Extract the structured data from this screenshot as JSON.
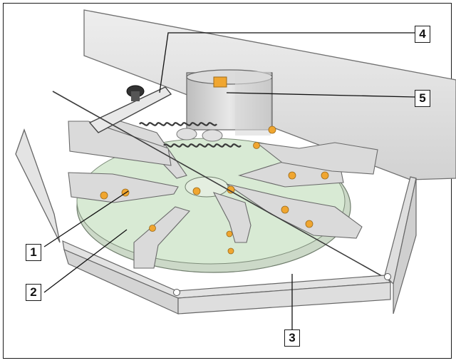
{
  "figure": {
    "callouts": [
      {
        "id": "1",
        "label": "1"
      },
      {
        "id": "2",
        "label": "2"
      },
      {
        "id": "3",
        "label": "3"
      },
      {
        "id": "4",
        "label": "4"
      },
      {
        "id": "5",
        "label": "5"
      }
    ],
    "colors": {
      "disc_fill": "#d8ead4",
      "blade_fill": "#dcdcdc",
      "housing_fill": "#e6e6e6",
      "bolt_fill": "#f0a630",
      "outline": "#5a5a5a",
      "leader": "#111111"
    }
  }
}
